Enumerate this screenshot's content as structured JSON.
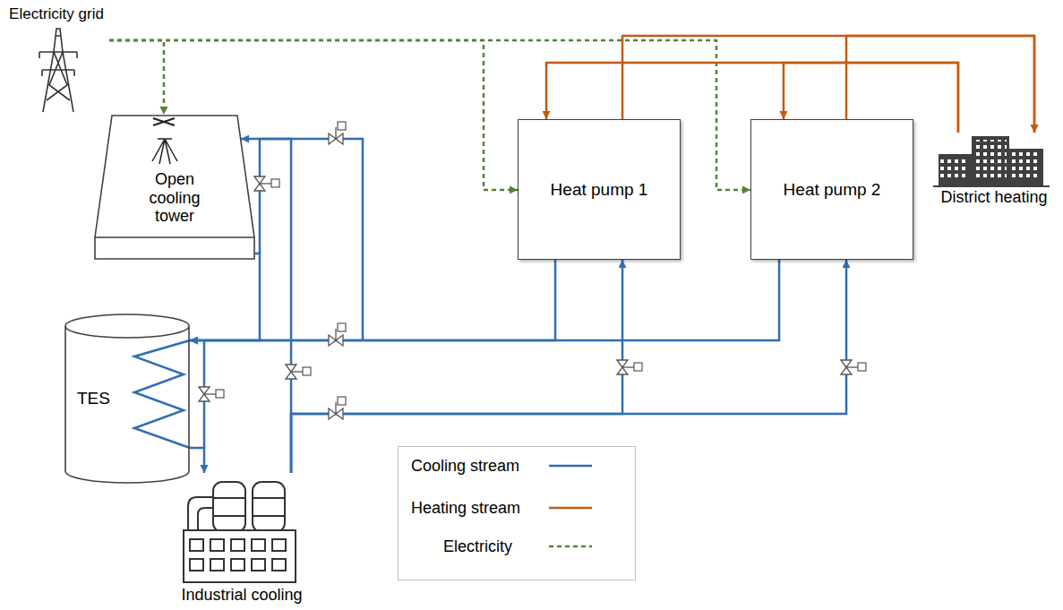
{
  "diagram": {
    "nodes": [
      {
        "text": [
          "Electricity grid"
        ]
      },
      {
        "text": [
          "Open cooling tower"
        ]
      },
      {
        "text": [
          "Heat pump 1"
        ]
      },
      {
        "text": [
          "Heat pump 2"
        ]
      },
      {
        "text": [
          "District heating"
        ]
      },
      {
        "text": [
          "TES"
        ]
      },
      {
        "text": [
          "Industrial cooling"
        ]
      }
    ],
    "edges": [
      {
        "from": 0,
        "to": 1,
        "arrow": "to"
      },
      {
        "from": 0,
        "to": 2,
        "arrow": "to"
      },
      {
        "from": 0,
        "to": 3,
        "arrow": "to"
      },
      {
        "from": 2,
        "to": 4,
        "arrow": "to"
      },
      {
        "from": 3,
        "to": 4,
        "arrow": "to"
      },
      {
        "from": 4,
        "to": 2,
        "arrow": "to"
      },
      {
        "from": 4,
        "to": 3,
        "arrow": "to"
      },
      {
        "from": 6,
        "to": 1,
        "arrow": "to"
      },
      {
        "from": 6,
        "to": 2,
        "arrow": "to"
      },
      {
        "from": 6,
        "to": 3,
        "arrow": "to"
      },
      {
        "from": 1,
        "to": 5,
        "arrow": "to"
      },
      {
        "from": 2,
        "to": 5,
        "arrow": "to"
      },
      {
        "from": 3,
        "to": 5,
        "arrow": "to"
      },
      {
        "from": 5,
        "to": 6,
        "arrow": "to"
      }
    ],
    "legend": [
      {
        "text": "Cooling stream"
      },
      {
        "text": "Heating stream"
      },
      {
        "text": "Electricity"
      }
    ]
  }
}
